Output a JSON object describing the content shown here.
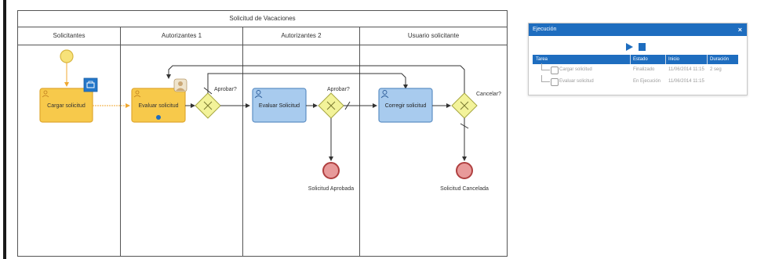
{
  "pool": {
    "title": "Solicitud de Vacaciones"
  },
  "lanes": [
    {
      "label": "Solicitantes"
    },
    {
      "label": "Autorizantes 1"
    },
    {
      "label": "Autorizantes 2"
    },
    {
      "label": "Usuario solicitante"
    }
  ],
  "tasks": {
    "cargar": "Cargar solicitud",
    "evaluar1": "Evaluar solicitud",
    "evaluar2": "Evaluar Solicitud",
    "corregir": "Corregir solicitud"
  },
  "gateways": {
    "g1": "Aprobar?",
    "g2": "Aprobar?",
    "g3": "Cancelar?"
  },
  "end_events": {
    "aprobada": "Solicitud Aprobada",
    "cancelada": "Solicitud Cancelada"
  },
  "panel": {
    "title": "Ejecución",
    "close": "×",
    "columns": [
      "Tarea",
      "Estado",
      "Inicio",
      "Duración"
    ],
    "rows": [
      {
        "tarea": "Cargar solicitud",
        "estado": "Finalizado",
        "inicio": "11/06/2014 11:15",
        "duracion": "2 seg"
      },
      {
        "tarea": "Evaluar solicitud",
        "estado": "En Ejecución",
        "inicio": "11/06/2014 11:15",
        "duracion": ""
      }
    ]
  },
  "colors": {
    "accent": "#1e6dbf",
    "task_active": "#f7c94b",
    "task_user": "#a8cbee",
    "gateway": "#f3f39a",
    "end_event": "#e89a9a"
  }
}
